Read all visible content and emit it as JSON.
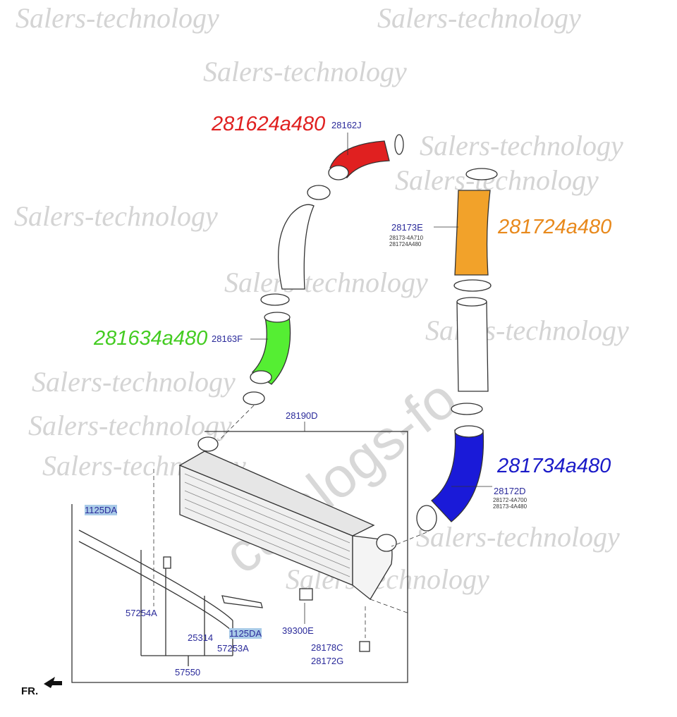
{
  "watermark": "Salers-technology",
  "catalog_watermark": "catalogs-fo",
  "callouts": [
    {
      "id": "red",
      "text": "281624a480",
      "color": "#e02020"
    },
    {
      "id": "orange",
      "text": "281724a480",
      "color": "#e8891c"
    },
    {
      "id": "green",
      "text": "281634a480",
      "color": "#44cc22"
    },
    {
      "id": "blue",
      "text": "281734a480",
      "color": "#1a1ac8"
    }
  ],
  "parts": {
    "p28162J": "28162J",
    "p28173E": "28173E",
    "p28173E_sub1": "28173-4A710",
    "p28173E_sub2": "281724A480",
    "p28163F": "28163F",
    "p28190D": "28190D",
    "p28172D": "28172D",
    "p28172D_sub1": "28172-4A700",
    "p28172D_sub2": "28173-4A480",
    "p1125DA_a": "1125DA",
    "p1125DA_b": "1125DA",
    "p57254A": "57254A",
    "p25314": "25314",
    "p57253A": "57253A",
    "p39300E": "39300E",
    "p28178C": "28178C",
    "p28172G": "28172G",
    "p57550": "57550"
  },
  "direction_label": "FR."
}
